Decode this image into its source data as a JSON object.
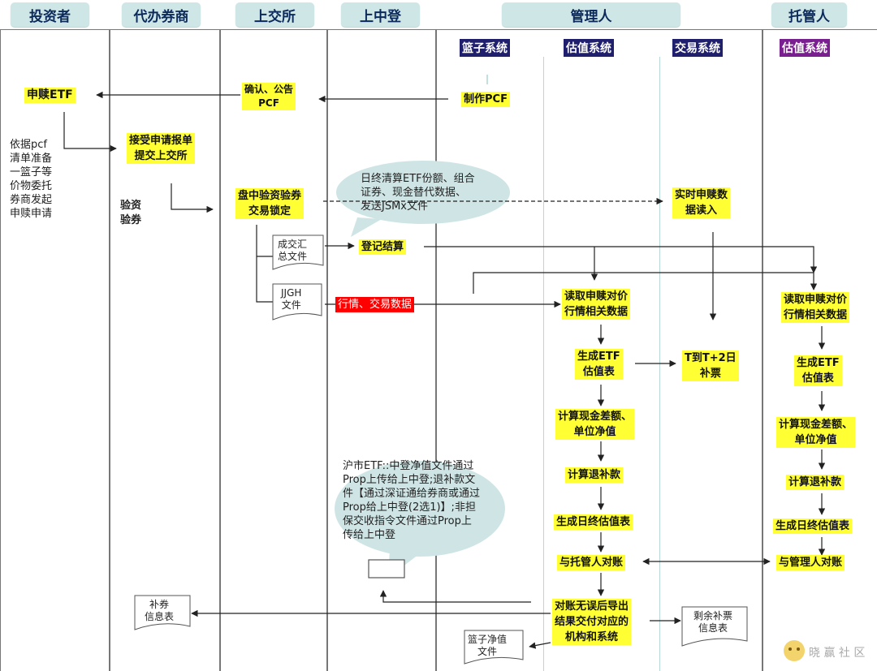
{
  "lanes": {
    "investor": "投资者",
    "broker": "代办券商",
    "sse": "上交所",
    "csdc": "上中登",
    "manager": "管理人",
    "custodian": "托管人"
  },
  "systems": {
    "basket": "篮子系统",
    "valuation_mgr": "估值系统",
    "trading": "交易系统",
    "valuation_cust": "估值系统"
  },
  "nodes": {
    "subscribe": "申赎ETF",
    "investor_note": [
      "依据pcf",
      "清单准备",
      "一篮子等",
      "价物委托",
      "券商发起",
      "申赎申请"
    ],
    "broker_accept": [
      "接受申请报单",
      "提交上交所"
    ],
    "broker_verify": [
      "验资",
      "验券"
    ],
    "sse_confirm": [
      "确认、公告",
      "PCF"
    ],
    "make_pcf": "制作PCF",
    "sse_lock": [
      "盘中验资验券",
      "交易锁定"
    ],
    "trade_summary_doc": [
      "成交汇",
      "总文件"
    ],
    "jjgh_doc": [
      "JJGH",
      "文件"
    ],
    "register": "登记结算",
    "market_data": "行情、交易数据",
    "realtime_read": [
      "实时申赎数",
      "据读入"
    ],
    "mgr_read": [
      "读取申赎对价",
      "行情相关数据"
    ],
    "mgr_gen": [
      "生成ETF",
      "估值表"
    ],
    "t_supp": [
      "T到T+2日",
      "补票"
    ],
    "mgr_calc": [
      "计算现金差额、",
      "单位净值"
    ],
    "mgr_refund": "计算退补款",
    "mgr_eod": "生成日终估值表",
    "mgr_reconcile": "与托管人对账",
    "mgr_export": [
      "对账无误后导出",
      "结果交付对应的",
      "机构和系统"
    ],
    "cust_read": [
      "读取申赎对价",
      "行情相关数据"
    ],
    "cust_gen": [
      "生成ETF",
      "估值表"
    ],
    "cust_calc": [
      "计算现金差额、",
      "单位净值"
    ],
    "cust_refund": "计算退补款",
    "cust_eod": "生成日终估值表",
    "cust_reconcile": "与管理人对账",
    "bond_info_doc": [
      "补券",
      "信息表"
    ],
    "basket_nav_doc": [
      "篮子净值",
      "文件"
    ],
    "remaining_doc": [
      "剩余补票",
      "信息表"
    ]
  },
  "bubbles": {
    "eod_clearing": [
      "日终清算ETF份额、组合",
      "证券、现金替代数据、",
      "发送JSMx文件"
    ],
    "sh_etf": [
      "沪市ETF::中登净值文件通过",
      "Prop上传给上中登;退补款文",
      "件【通过深证通给券商或通过",
      "Prop给上中登(2选1)】;非担",
      "保交收指令文件通过Prop上",
      "传给上中登"
    ]
  },
  "watermark": "晓 赢 社 区",
  "colors": {
    "header_bg": "#cfe6e6",
    "system_navy": "#1f1f6e",
    "system_purple": "#7a1f8f",
    "highlight": "#ffff33",
    "alert": "#ff0000"
  }
}
